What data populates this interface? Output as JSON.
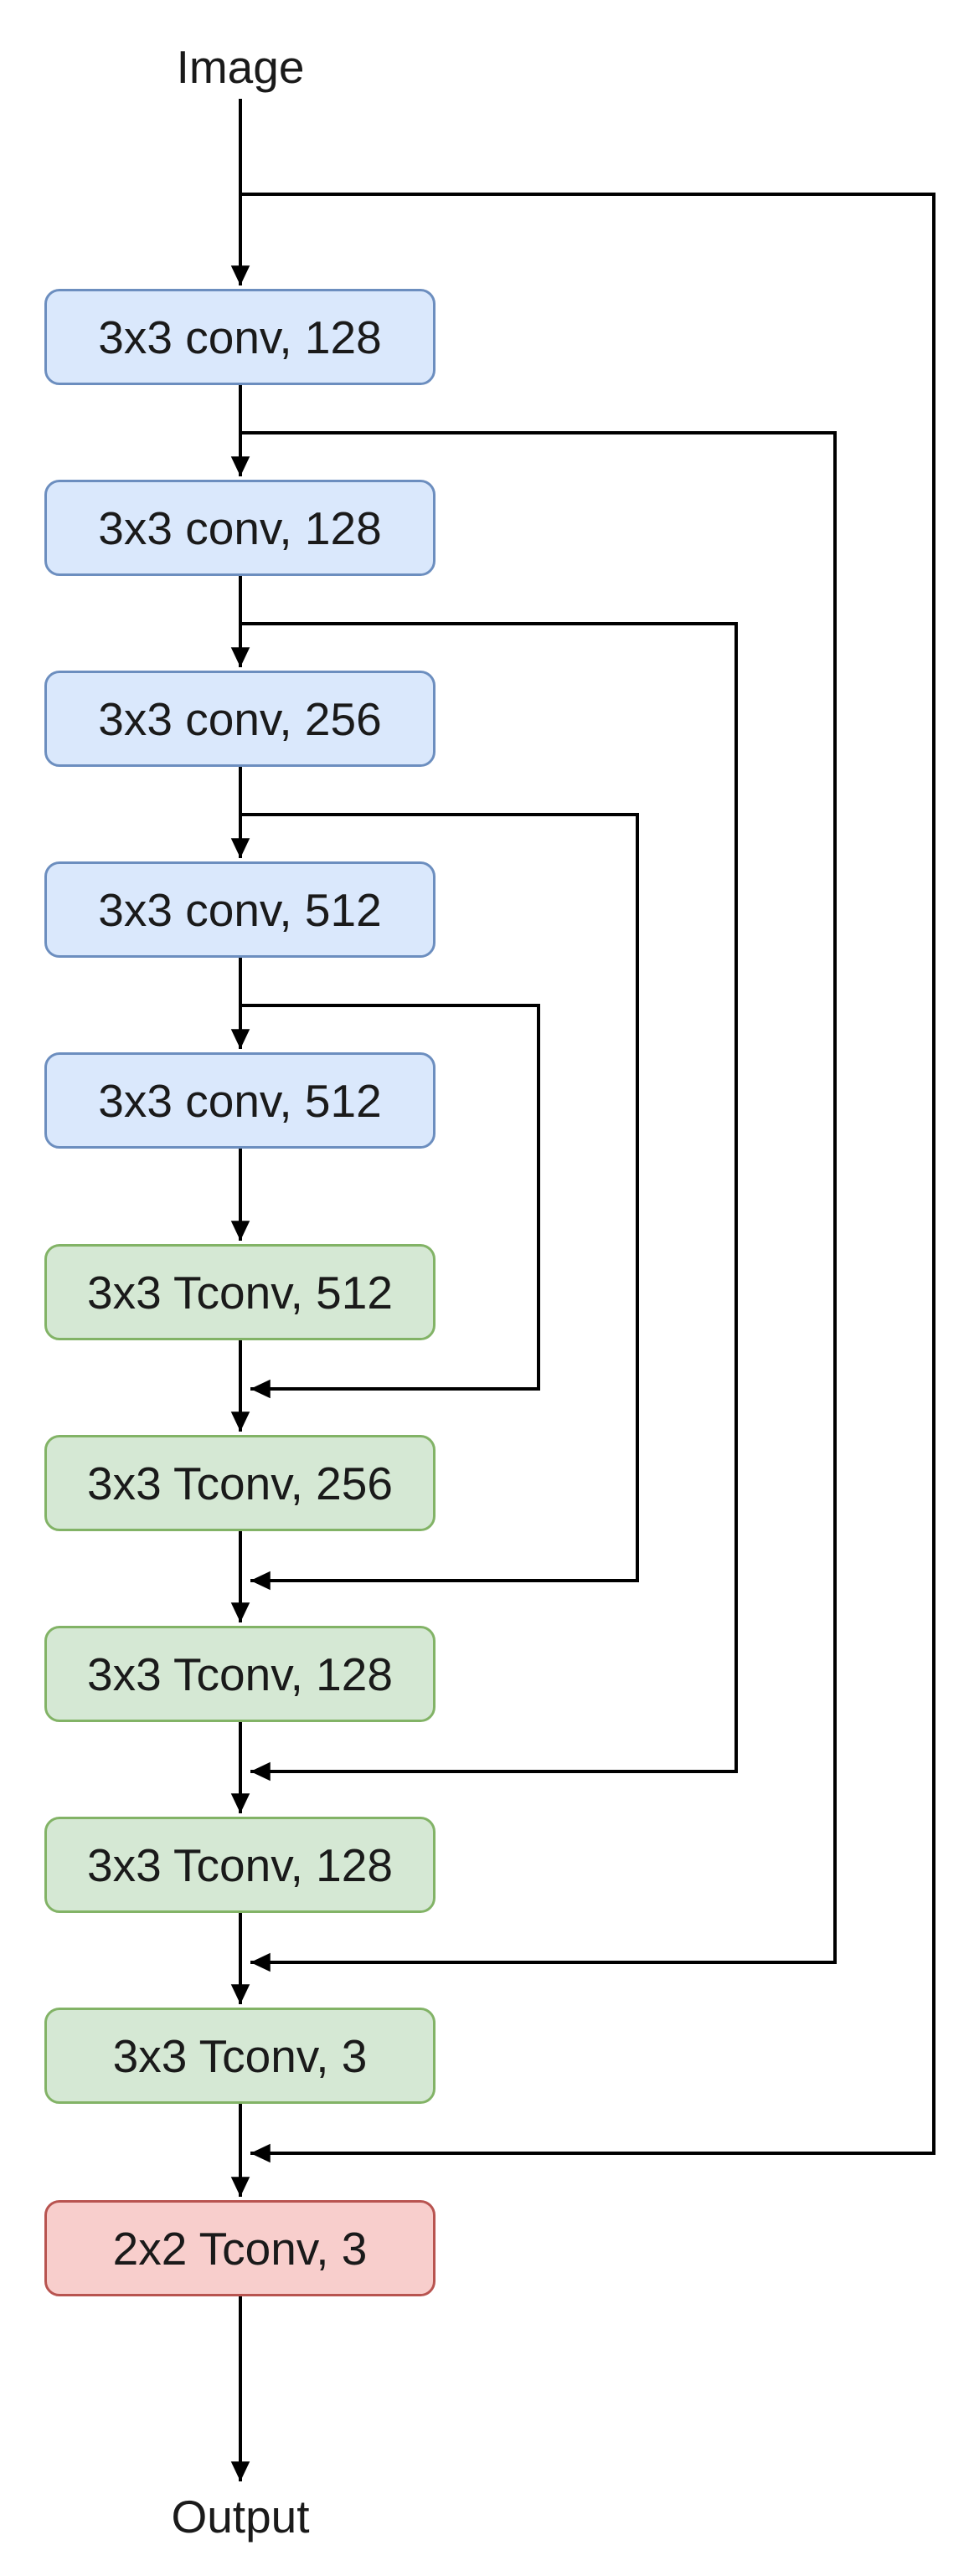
{
  "diagram": {
    "title": "Convolutional encoder-decoder network with skip connections",
    "input_label": "Image",
    "output_label": "Output",
    "nodes": [
      {
        "id": "conv1",
        "label": "3x3 conv, 128",
        "kind": "conv"
      },
      {
        "id": "conv2",
        "label": "3x3 conv, 128",
        "kind": "conv"
      },
      {
        "id": "conv3",
        "label": "3x3 conv, 256",
        "kind": "conv"
      },
      {
        "id": "conv4",
        "label": "3x3 conv, 512",
        "kind": "conv"
      },
      {
        "id": "conv5",
        "label": "3x3 conv, 512",
        "kind": "conv"
      },
      {
        "id": "tconv1",
        "label": "3x3 Tconv, 512",
        "kind": "tconv"
      },
      {
        "id": "tconv2",
        "label": "3x3 Tconv, 256",
        "kind": "tconv"
      },
      {
        "id": "tconv3",
        "label": "3x3 Tconv, 128",
        "kind": "tconv"
      },
      {
        "id": "tconv4",
        "label": "3x3 Tconv, 128",
        "kind": "tconv"
      },
      {
        "id": "tconv5",
        "label": "3x3 Tconv, 3",
        "kind": "tconv"
      },
      {
        "id": "tconv6",
        "label": "2x2 Tconv, 3",
        "kind": "final"
      }
    ],
    "main_path": [
      "input",
      "conv1",
      "conv2",
      "conv3",
      "conv4",
      "conv5",
      "tconv1",
      "tconv2",
      "tconv3",
      "tconv4",
      "tconv5",
      "tconv6",
      "output"
    ],
    "skip_connections": [
      {
        "from": "input",
        "merges_before": "tconv6"
      },
      {
        "from": "conv1",
        "merges_before": "tconv5"
      },
      {
        "from": "conv2",
        "merges_before": "tconv4"
      },
      {
        "from": "conv3",
        "merges_before": "tconv3"
      },
      {
        "from": "conv4",
        "merges_before": "tconv2"
      }
    ],
    "colors": {
      "conv_fill": "#dae8fc",
      "conv_border": "#6c8ebf",
      "tconv_fill": "#d5e8d4",
      "tconv_border": "#82b366",
      "final_fill": "#f8cecc",
      "final_border": "#b85450",
      "line": "#000000",
      "text": "#1a1a1a",
      "background": "#ffffff"
    }
  }
}
